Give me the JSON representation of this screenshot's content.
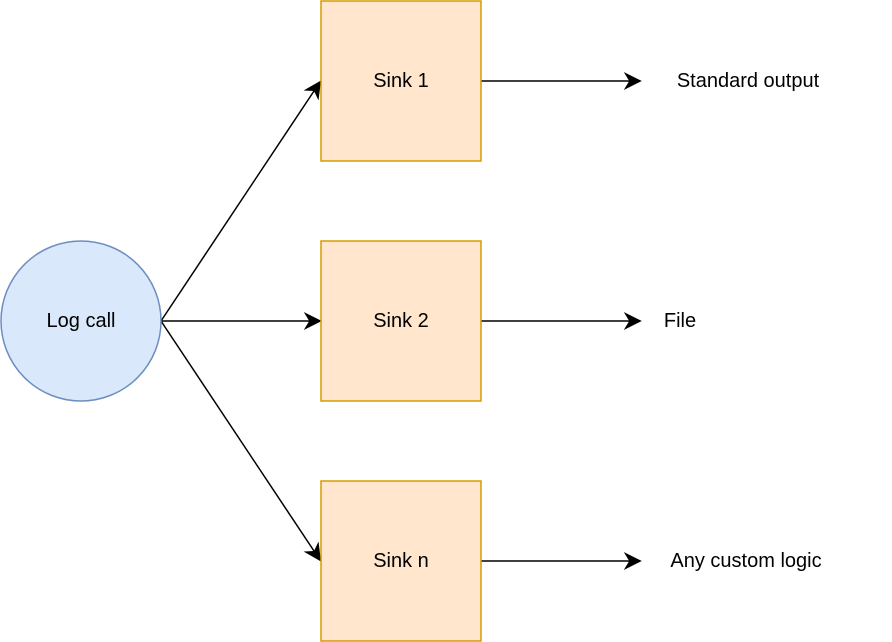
{
  "diagram": {
    "source": {
      "label": "Log call",
      "fill": "#dae8fc",
      "stroke": "#6c8ebf"
    },
    "sinks": [
      {
        "label": "Sink 1",
        "output": "Standard output"
      },
      {
        "label": "Sink 2",
        "output": "File"
      },
      {
        "label": "Sink n",
        "output": "Any custom logic"
      }
    ],
    "sink_style": {
      "fill": "#ffe6cc",
      "stroke": "#d79b00"
    },
    "edge_color": "#000000"
  }
}
